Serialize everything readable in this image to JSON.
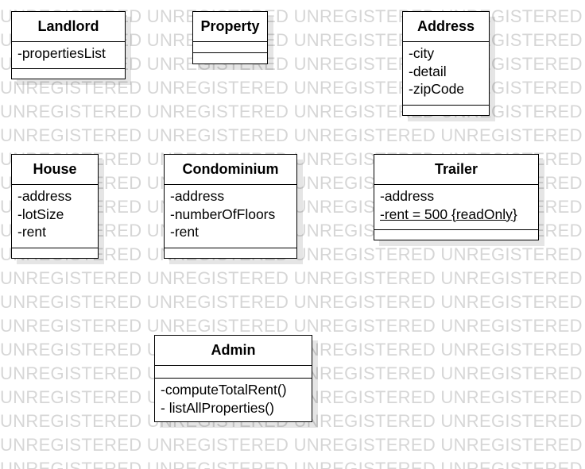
{
  "watermark": {
    "text": "UNREGISTERED",
    "color": "#d6d6d6"
  },
  "classes": {
    "landlord": {
      "name": "Landlord",
      "attributes": [
        "-propertiesList"
      ],
      "operations": []
    },
    "property": {
      "name": "Property",
      "attributes": [],
      "operations": []
    },
    "address": {
      "name": "Address",
      "attributes": [
        "-city",
        "-detail",
        "-zipCode"
      ],
      "operations": []
    },
    "house": {
      "name": "House",
      "attributes": [
        "-address",
        "-lotSize",
        "-rent"
      ],
      "operations": []
    },
    "condominium": {
      "name": "Condominium",
      "attributes": [
        "-address",
        "-numberOfFloors",
        "-rent"
      ],
      "operations": []
    },
    "trailer": {
      "name": "Trailer",
      "attributes": [
        "-address",
        "-rent = 500 {readOnly}"
      ],
      "operations": []
    },
    "admin": {
      "name": "Admin",
      "attributes": [],
      "operations": [
        "-computeTotalRent()",
        "- listAllProperties()"
      ]
    }
  }
}
